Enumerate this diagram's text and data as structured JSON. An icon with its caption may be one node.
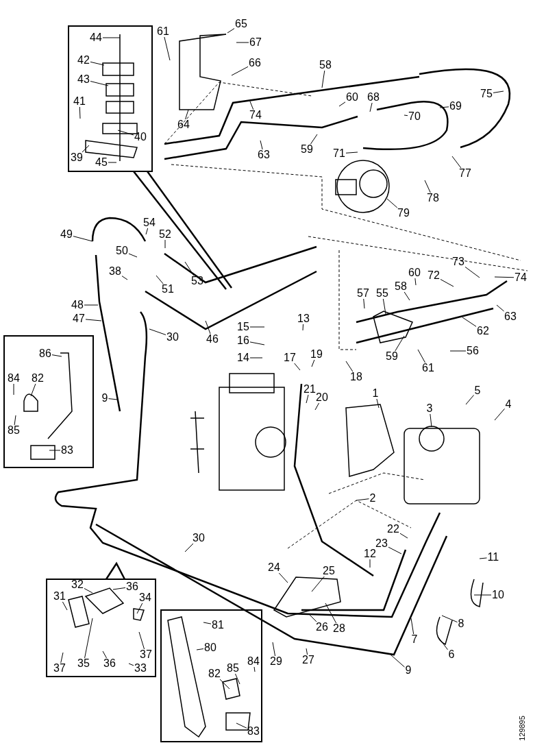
{
  "diagram": {
    "nodes": [
      {
        "text": [
          "44"
        ]
      },
      {
        "text": [
          "42"
        ]
      },
      {
        "text": [
          "43"
        ]
      },
      {
        "text": [
          "41"
        ]
      },
      {
        "text": [
          "40"
        ]
      },
      {
        "text": [
          "39"
        ]
      },
      {
        "text": [
          "45"
        ]
      },
      {
        "text": [
          "61"
        ]
      },
      {
        "text": [
          "65"
        ]
      },
      {
        "text": [
          "67"
        ]
      },
      {
        "text": [
          "66"
        ]
      },
      {
        "text": [
          "64"
        ]
      },
      {
        "text": [
          "74"
        ]
      },
      {
        "text": [
          "63"
        ]
      },
      {
        "text": [
          "58"
        ]
      },
      {
        "text": [
          "60"
        ]
      },
      {
        "text": [
          "68"
        ]
      },
      {
        "text": [
          "69"
        ]
      },
      {
        "text": [
          "75"
        ]
      },
      {
        "text": [
          "70"
        ]
      },
      {
        "text": [
          "59"
        ]
      },
      {
        "text": [
          "71"
        ]
      },
      {
        "text": [
          "77"
        ]
      },
      {
        "text": [
          "78"
        ]
      },
      {
        "text": [
          "79"
        ]
      },
      {
        "text": [
          "49"
        ]
      },
      {
        "text": [
          "54"
        ]
      },
      {
        "text": [
          "50"
        ]
      },
      {
        "text": [
          "52"
        ]
      },
      {
        "text": [
          "53"
        ]
      },
      {
        "text": [
          "38"
        ]
      },
      {
        "text": [
          "51"
        ]
      },
      {
        "text": [
          "48"
        ]
      },
      {
        "text": [
          "47"
        ]
      },
      {
        "text": [
          "30"
        ]
      },
      {
        "text": [
          "46"
        ]
      },
      {
        "text": [
          "9"
        ]
      },
      {
        "text": [
          "15"
        ]
      },
      {
        "text": [
          "16"
        ]
      },
      {
        "text": [
          "14"
        ]
      },
      {
        "text": [
          "13"
        ]
      },
      {
        "text": [
          "17"
        ]
      },
      {
        "text": [
          "19"
        ]
      },
      {
        "text": [
          "18"
        ]
      },
      {
        "text": [
          "21"
        ]
      },
      {
        "text": [
          "20"
        ]
      },
      {
        "text": [
          "57"
        ]
      },
      {
        "text": [
          "55"
        ]
      },
      {
        "text": [
          "60"
        ]
      },
      {
        "text": [
          "58"
        ]
      },
      {
        "text": [
          "72"
        ]
      },
      {
        "text": [
          "73"
        ]
      },
      {
        "text": [
          "74"
        ]
      },
      {
        "text": [
          "63"
        ]
      },
      {
        "text": [
          "62"
        ]
      },
      {
        "text": [
          "59"
        ]
      },
      {
        "text": [
          "56"
        ]
      },
      {
        "text": [
          "61"
        ]
      },
      {
        "text": [
          "1"
        ]
      },
      {
        "text": [
          "5"
        ]
      },
      {
        "text": [
          "3"
        ]
      },
      {
        "text": [
          "4"
        ]
      },
      {
        "text": [
          "86"
        ]
      },
      {
        "text": [
          "84"
        ]
      },
      {
        "text": [
          "82"
        ]
      },
      {
        "text": [
          "85"
        ]
      },
      {
        "text": [
          "83"
        ]
      },
      {
        "text": [
          "2"
        ]
      },
      {
        "text": [
          "22"
        ]
      },
      {
        "text": [
          "23"
        ]
      },
      {
        "text": [
          "12"
        ]
      },
      {
        "text": [
          "11"
        ]
      },
      {
        "text": [
          "10"
        ]
      },
      {
        "text": [
          "24"
        ]
      },
      {
        "text": [
          "25"
        ]
      },
      {
        "text": [
          "26"
        ]
      },
      {
        "text": [
          "28"
        ]
      },
      {
        "text": [
          "7"
        ]
      },
      {
        "text": [
          "8"
        ]
      },
      {
        "text": [
          "6"
        ]
      },
      {
        "text": [
          "29"
        ]
      },
      {
        "text": [
          "27"
        ]
      },
      {
        "text": [
          "9"
        ]
      },
      {
        "text": [
          "30"
        ]
      },
      {
        "text": [
          "32"
        ]
      },
      {
        "text": [
          "36"
        ]
      },
      {
        "text": [
          "31"
        ]
      },
      {
        "text": [
          "34"
        ]
      },
      {
        "text": [
          "37"
        ]
      },
      {
        "text": [
          "35"
        ]
      },
      {
        "text": [
          "36"
        ]
      },
      {
        "text": [
          "33"
        ]
      },
      {
        "text": [
          "37"
        ]
      },
      {
        "text": [
          "81"
        ]
      },
      {
        "text": [
          "80"
        ]
      },
      {
        "text": [
          "82"
        ]
      },
      {
        "text": [
          "85"
        ]
      },
      {
        "text": [
          "84"
        ]
      },
      {
        "text": [
          "83"
        ]
      }
    ],
    "edges": [
      {
        "from": 0,
        "to": null,
        "arrow": "none"
      },
      {
        "from": 1,
        "to": null,
        "arrow": "none"
      },
      {
        "from": 2,
        "to": null,
        "arrow": "none"
      },
      {
        "from": 3,
        "to": null,
        "arrow": "none"
      },
      {
        "from": 4,
        "to": null,
        "arrow": "none"
      },
      {
        "from": 5,
        "to": null,
        "arrow": "none"
      },
      {
        "from": 6,
        "to": null,
        "arrow": "none"
      },
      {
        "from": 7,
        "to": null,
        "arrow": "none"
      },
      {
        "from": 8,
        "to": null,
        "arrow": "none"
      },
      {
        "from": 9,
        "to": null,
        "arrow": "none"
      },
      {
        "from": 10,
        "to": null,
        "arrow": "none"
      },
      {
        "from": 11,
        "to": null,
        "arrow": "none"
      },
      {
        "from": 12,
        "to": null,
        "arrow": "none"
      },
      {
        "from": 13,
        "to": null,
        "arrow": "none"
      },
      {
        "from": 14,
        "to": null,
        "arrow": "none"
      },
      {
        "from": 15,
        "to": null,
        "arrow": "none"
      },
      {
        "from": 16,
        "to": null,
        "arrow": "none"
      },
      {
        "from": 17,
        "to": null,
        "arrow": "none"
      },
      {
        "from": 18,
        "to": null,
        "arrow": "none"
      },
      {
        "from": 19,
        "to": null,
        "arrow": "none"
      },
      {
        "from": 20,
        "to": null,
        "arrow": "none"
      },
      {
        "from": 21,
        "to": null,
        "arrow": "none"
      },
      {
        "from": 22,
        "to": null,
        "arrow": "none"
      },
      {
        "from": 23,
        "to": null,
        "arrow": "none"
      },
      {
        "from": 24,
        "to": null,
        "arrow": "none"
      },
      {
        "from": 25,
        "to": null,
        "arrow": "none"
      },
      {
        "from": 26,
        "to": null,
        "arrow": "none"
      },
      {
        "from": 27,
        "to": null,
        "arrow": "none"
      },
      {
        "from": 28,
        "to": null,
        "arrow": "none"
      },
      {
        "from": 29,
        "to": null,
        "arrow": "none"
      },
      {
        "from": 30,
        "to": null,
        "arrow": "none"
      },
      {
        "from": 31,
        "to": null,
        "arrow": "none"
      },
      {
        "from": 32,
        "to": null,
        "arrow": "none"
      },
      {
        "from": 33,
        "to": null,
        "arrow": "none"
      },
      {
        "from": 34,
        "to": null,
        "arrow": "none"
      },
      {
        "from": 35,
        "to": null,
        "arrow": "none"
      },
      {
        "from": 36,
        "to": null,
        "arrow": "none"
      },
      {
        "from": 37,
        "to": null,
        "arrow": "none"
      },
      {
        "from": 38,
        "to": null,
        "arrow": "none"
      },
      {
        "from": 39,
        "to": null,
        "arrow": "none"
      },
      {
        "from": 40,
        "to": null,
        "arrow": "none"
      },
      {
        "from": 41,
        "to": null,
        "arrow": "none"
      },
      {
        "from": 42,
        "to": null,
        "arrow": "none"
      },
      {
        "from": 43,
        "to": null,
        "arrow": "none"
      },
      {
        "from": 44,
        "to": null,
        "arrow": "none"
      },
      {
        "from": 45,
        "to": null,
        "arrow": "none"
      },
      {
        "from": 46,
        "to": null,
        "arrow": "none"
      },
      {
        "from": 47,
        "to": null,
        "arrow": "none"
      },
      {
        "from": 48,
        "to": null,
        "arrow": "none"
      },
      {
        "from": 49,
        "to": null,
        "arrow": "none"
      },
      {
        "from": 50,
        "to": null,
        "arrow": "none"
      },
      {
        "from": 51,
        "to": null,
        "arrow": "none"
      },
      {
        "from": 52,
        "to": null,
        "arrow": "none"
      },
      {
        "from": 53,
        "to": null,
        "arrow": "none"
      },
      {
        "from": 54,
        "to": null,
        "arrow": "none"
      },
      {
        "from": 55,
        "to": null,
        "arrow": "none"
      },
      {
        "from": 56,
        "to": null,
        "arrow": "none"
      },
      {
        "from": 57,
        "to": null,
        "arrow": "none"
      },
      {
        "from": 58,
        "to": null,
        "arrow": "none"
      },
      {
        "from": 59,
        "to": null,
        "arrow": "none"
      },
      {
        "from": 60,
        "to": null,
        "arrow": "none"
      },
      {
        "from": 61,
        "to": null,
        "arrow": "none"
      },
      {
        "from": 62,
        "to": null,
        "arrow": "none"
      },
      {
        "from": 63,
        "to": null,
        "arrow": "none"
      },
      {
        "from": 64,
        "to": null,
        "arrow": "none"
      },
      {
        "from": 65,
        "to": null,
        "arrow": "none"
      },
      {
        "from": 66,
        "to": null,
        "arrow": "none"
      },
      {
        "from": 67,
        "to": null,
        "arrow": "none"
      },
      {
        "from": 68,
        "to": null,
        "arrow": "none"
      },
      {
        "from": 69,
        "to": null,
        "arrow": "none"
      },
      {
        "from": 70,
        "to": null,
        "arrow": "none"
      },
      {
        "from": 71,
        "to": null,
        "arrow": "none"
      },
      {
        "from": 72,
        "to": null,
        "arrow": "none"
      },
      {
        "from": 73,
        "to": null,
        "arrow": "none"
      },
      {
        "from": 74,
        "to": null,
        "arrow": "none"
      },
      {
        "from": 75,
        "to": null,
        "arrow": "none"
      },
      {
        "from": 76,
        "to": null,
        "arrow": "none"
      },
      {
        "from": 77,
        "to": null,
        "arrow": "none"
      },
      {
        "from": 78,
        "to": null,
        "arrow": "none"
      },
      {
        "from": 79,
        "to": null,
        "arrow": "none"
      },
      {
        "from": 80,
        "to": null,
        "arrow": "none"
      },
      {
        "from": 81,
        "to": null,
        "arrow": "none"
      },
      {
        "from": 82,
        "to": null,
        "arrow": "none"
      },
      {
        "from": 83,
        "to": null,
        "arrow": "none"
      },
      {
        "from": 84,
        "to": null,
        "arrow": "none"
      },
      {
        "from": 85,
        "to": null,
        "arrow": "none"
      },
      {
        "from": 86,
        "to": null,
        "arrow": "none"
      },
      {
        "from": 87,
        "to": null,
        "arrow": "none"
      },
      {
        "from": 88,
        "to": null,
        "arrow": "none"
      },
      {
        "from": 89,
        "to": null,
        "arrow": "none"
      },
      {
        "from": 90,
        "to": null,
        "arrow": "none"
      },
      {
        "from": 91,
        "to": null,
        "arrow": "none"
      },
      {
        "from": 92,
        "to": null,
        "arrow": "none"
      },
      {
        "from": 93,
        "to": null,
        "arrow": "none"
      },
      {
        "from": 94,
        "to": null,
        "arrow": "none"
      },
      {
        "from": 95,
        "to": null,
        "arrow": "none"
      },
      {
        "from": 96,
        "to": null,
        "arrow": "none"
      },
      {
        "from": 97,
        "to": null,
        "arrow": "none"
      },
      {
        "from": 98,
        "to": null,
        "arrow": "none"
      }
    ],
    "labels": [
      "129895"
    ]
  }
}
